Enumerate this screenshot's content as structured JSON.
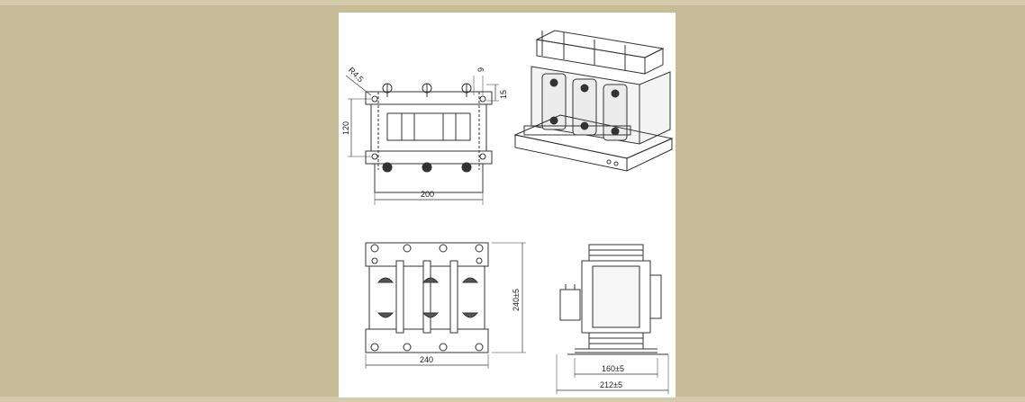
{
  "background_color": "#c6bd98",
  "sheet_color": "#ffffff",
  "line_color": "#333333",
  "drawing": {
    "front_view": {
      "radius_label": "R4.5",
      "height_label": "120",
      "width_label": "200",
      "hole_label": "9",
      "offset_label": "15"
    },
    "top_view": {
      "width_label": "240",
      "height_label": "240±5"
    },
    "side_view": {
      "inner_width_label": "160±5",
      "outer_width_label": "212±5"
    }
  }
}
